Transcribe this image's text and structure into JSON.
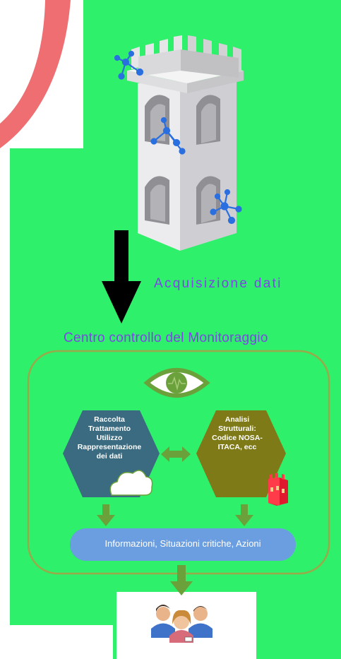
{
  "diagram": {
    "acquisition_label": "Acquisizione dati",
    "control_center_title": "Centro controllo del Monitoraggio",
    "left_box_label": "Raccolta\nTrattamento\nUtilizzo\nRappresentazione\ndei dati",
    "right_box_label": "Analisi\nStrutturali:\nCodice NOSA-\nITACA, ecc",
    "output_label": "Informazioni, Situazioni critiche, Azioni",
    "icons": [
      "tower-icon",
      "sensor-icon",
      "eye-icon",
      "cloud-icon",
      "users-icon"
    ]
  },
  "colors": {
    "background": "#2ef06b",
    "title_purple": "#7e44e6",
    "frame_olive": "#9aa94a",
    "arrow_green": "#6ba13a",
    "left_hexagon": "#3a6b80",
    "right_hexagon": "#7f7a18",
    "info_pill": "#6b9ee0",
    "sensor_blue": "#2a6fe0",
    "stripe_red": "#ee6e72"
  }
}
